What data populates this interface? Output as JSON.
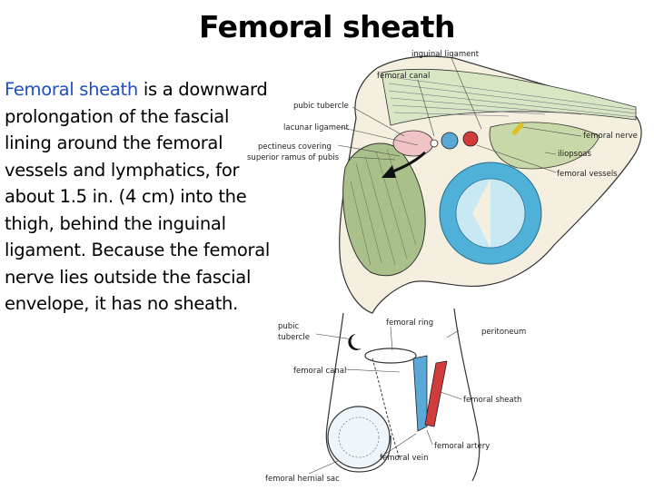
{
  "slide": {
    "title": "Femoral sheath",
    "lead": "Femoral sheath",
    "body": " is a downward prolongation of the fascial lining around the femoral vessels and lymphatics, for about 1.5 in. (4 cm) into the thigh, behind the inguinal ligament. Because the femoral nerve lies outside the fascial envelope, it has no sheath."
  },
  "figure_top": {
    "labels": {
      "inguinal_ligament": "inguinal ligament",
      "femoral_canal": "femoral canal",
      "pubic_tubercle": "pubic tubercle",
      "lacunar_ligament": "lacunar ligament",
      "pectineus_covering": "pectineus covering",
      "superior_ramus": "superior ramus of pubis",
      "femoral_nerve": "femoral nerve",
      "iliopsoas": "iliopsoas",
      "femoral_vessels": "femoral vessels"
    }
  },
  "figure_bottom": {
    "labels": {
      "pubic": "pubic",
      "tubercle": "tubercle",
      "femoral_ring": "femoral ring",
      "peritoneum": "peritoneum",
      "femoral_canal": "femoral canal",
      "femoral_sheath": "femoral sheath",
      "femoral_artery": "femoral artery",
      "femoral_vein": "femoral vein",
      "femoral_hernial_sac": "femoral hernial sac"
    }
  },
  "colors": {
    "title": "#000000",
    "lead": "#1f4fbf",
    "bone": "#f3ecda",
    "muscle": "#a9c08a",
    "vein": "#5aa8d8",
    "artery": "#d23b3b",
    "cyst_fill": "#c8e8f4",
    "cyst_ring": "#4fb0d8"
  }
}
